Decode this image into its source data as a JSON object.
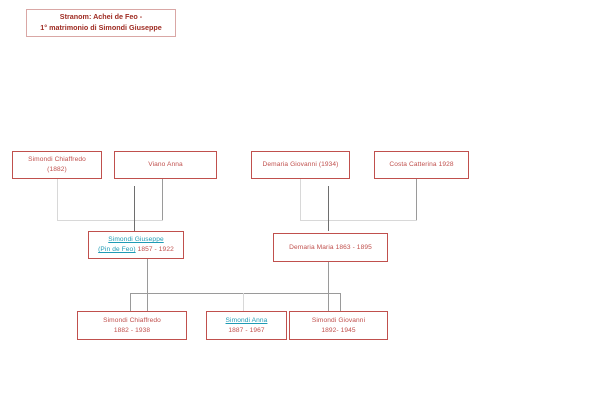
{
  "title": {
    "line1": "Stranom: Achei de Feo -",
    "line2": "1° matrimonio di Simondi Giuseppe"
  },
  "colors": {
    "box_border": "#c0504d",
    "box_text": "#c0504d",
    "title_text": "#9e2b22",
    "title_border": "#d9a7a5",
    "link": "#1f9bb5",
    "connector": "#9a9a9a",
    "connector_light": "#d8d8d8",
    "connector_dark": "#6e6e6e",
    "background": "#ffffff"
  },
  "generations": [
    {
      "name": "grandparents",
      "nodes": [
        {
          "id": "simondi-chiaffredo-1882",
          "line1": "Simondi Chiaffredo",
          "line2": "(1882)",
          "is_link": false
        },
        {
          "id": "viano-anna",
          "line1": "Viano Anna",
          "line2": "",
          "is_link": false
        },
        {
          "id": "demaria-giovanni-1934",
          "line1": "Demaria Giovanni (1934)",
          "line2": "",
          "is_link": false
        },
        {
          "id": "costa-catterina-1928",
          "line1": "Costa Catterina 1928",
          "line2": "",
          "is_link": false
        }
      ]
    },
    {
      "name": "parents",
      "nodes": [
        {
          "id": "simondi-giuseppe",
          "link_text": "Simondi Giuseppe",
          "link_text2": "(Pin de Feo)",
          "dates": " 1857 - 1922",
          "is_link": true
        },
        {
          "id": "demaria-maria",
          "line1": "Demaria Maria 1863 - 1895",
          "line2": "",
          "is_link": false
        }
      ]
    },
    {
      "name": "children",
      "nodes": [
        {
          "id": "simondi-chiaffredo-1882-1938",
          "line1": "Simondi Chiaffredo",
          "line2": "1882 - 1938",
          "is_link": false
        },
        {
          "id": "simondi-anna",
          "line1": "Simondi Anna",
          "line2": "1887 - 1967",
          "is_link": true
        },
        {
          "id": "simondi-giovanni",
          "line1": "Simondi Giovanni",
          "line2": "1892- 1945",
          "is_link": false
        }
      ]
    }
  ]
}
